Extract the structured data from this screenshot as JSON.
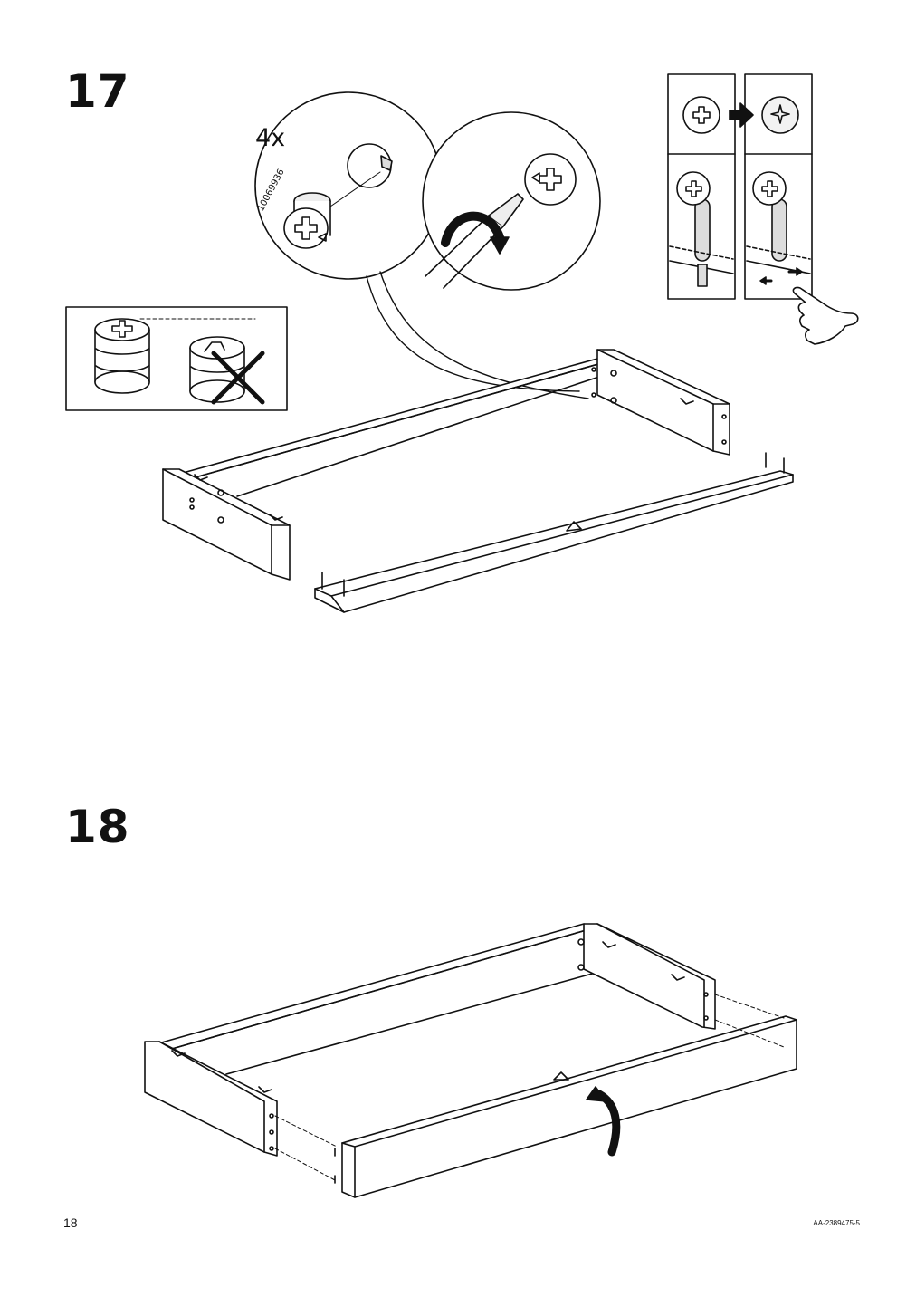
{
  "steps": [
    {
      "number": "17"
    },
    {
      "number": "18"
    }
  ],
  "detail": {
    "quantity": "4x",
    "part_number": "10069936"
  },
  "footer": {
    "page_number": "18",
    "document_id": "AA-2389475-5"
  }
}
